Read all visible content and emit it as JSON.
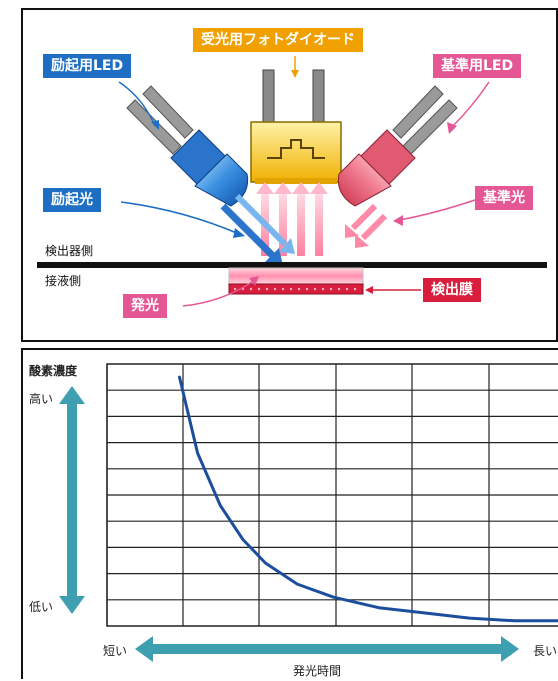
{
  "diagram": {
    "labels": {
      "excitation_led": "励起用LED",
      "receiving_photodiode": "受光用フォトダイオード",
      "reference_led": "基準用LED",
      "excitation_light": "励起光",
      "reference_light": "基準光",
      "detector_side": "検出器側",
      "liquid_side": "接液側",
      "emission": "発光",
      "detection_film": "検出膜"
    },
    "colors": {
      "blue": "#1e6fc4",
      "pink": "#e45694",
      "orange": "#f0a000",
      "red": "#d81e3c"
    }
  },
  "chart": {
    "y_title": "酸素濃度",
    "y_high": "高い",
    "y_low": "低い",
    "x_short": "短い",
    "x_long": "長い",
    "x_title": "発光時間",
    "curve_color": "#1d4e9e",
    "arrow_color": "#3d9fb0"
  },
  "chart_data": {
    "type": "line",
    "title": "",
    "xlabel": "発光時間",
    "ylabel": "酸素濃度",
    "series": [
      {
        "values_x": [
          0.16,
          0.2,
          0.25,
          0.3,
          0.35,
          0.42,
          0.5,
          0.6,
          0.7,
          0.8,
          0.9,
          1.0
        ],
        "values_y": [
          0.95,
          0.66,
          0.46,
          0.33,
          0.24,
          0.16,
          0.11,
          0.07,
          0.05,
          0.03,
          0.02,
          0.02
        ]
      }
    ],
    "x_axis_labels": [
      "短い",
      "長い"
    ],
    "y_axis_labels": [
      "高い",
      "低い"
    ]
  }
}
